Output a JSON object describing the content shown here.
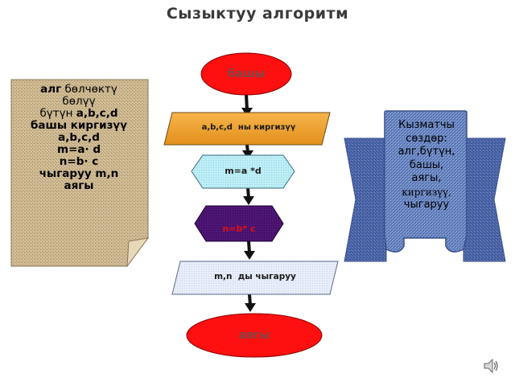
{
  "title": "Сызыктуу  алгоритм",
  "note": {
    "line1_bold": "алг",
    "line1_rest": " бөлчөктү",
    "line2": "бөлүү",
    "line3_plain": "бүтүн ",
    "line3_bold": "a,b,c,d",
    "line4": "башы киргизүү",
    "line5": "a,b,c,d",
    "line6": "m=a· d",
    "line7": "n=b· c",
    "line8": "чыгаруу m,n",
    "line9": "аягы"
  },
  "banner": {
    "line1": "Кызматчы",
    "line2": "сөздөр:",
    "line3": "алг,бүтүн,",
    "line4": "башы,",
    "line5": "аягы,",
    "line6": "киргизүү,",
    "line7": "чыгаруу"
  },
  "flow": {
    "start": "башы",
    "input": "a,b,c,d  ны киргизүү",
    "step1": "m=a *d",
    "step2": "n=b* c",
    "output": "m,n  ды чыгаруу",
    "end": "аягы"
  },
  "colors": {
    "terminal_fill": "#ff0000",
    "input_fill": "#f0a030",
    "step1_fill": "#b8ecf4",
    "step2_fill": "#4b1370",
    "step2_text": "#e01010",
    "output_fill": "#e6ecf8",
    "note_fill": "#c8b48c",
    "banner_fill": "#6c88c0",
    "arrow": "#111111"
  },
  "icons": [
    "speaker-icon"
  ]
}
